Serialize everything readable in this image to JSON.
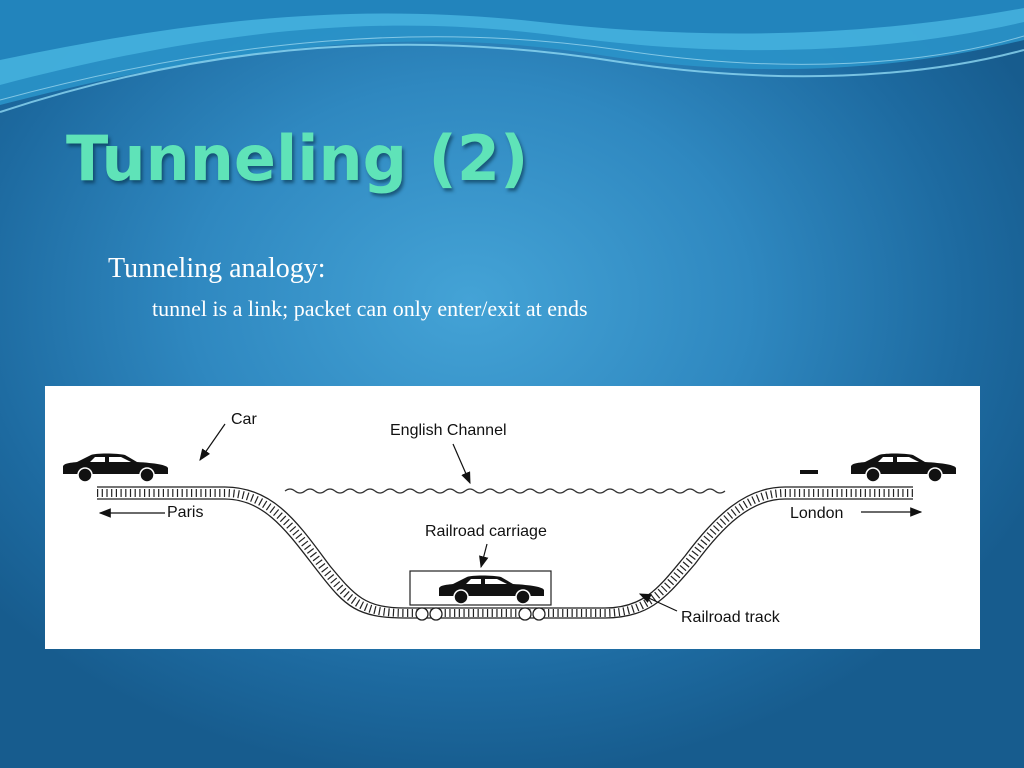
{
  "slide": {
    "title": "Tunneling (2)",
    "bullet_main": "Tunneling analogy:",
    "bullet_sub": "tunnel is a link; packet can only enter/exit at ends"
  },
  "figure": {
    "labels": {
      "car": "Car",
      "english_channel": "English Channel",
      "paris": "Paris",
      "london": "London",
      "railroad_carriage": "Railroad carriage",
      "railroad_track": "Railroad track"
    }
  },
  "colors": {
    "title": "#5fe3b8",
    "background": "#2f88c0",
    "text": "#ffffff"
  }
}
